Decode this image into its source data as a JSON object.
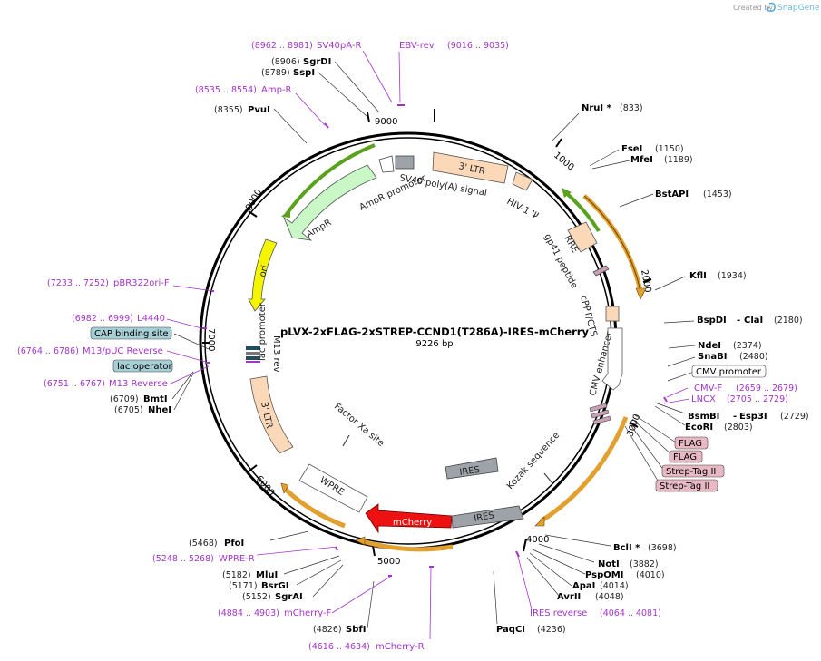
{
  "header": {
    "created_by": "Created by",
    "brand": "SnapGene"
  },
  "plasmid": {
    "name": "pLVX-2xFLAG-2xSTREP-CCND1(T286A)-IRES-mCherry",
    "length": "9226 bp"
  },
  "ticks": [
    "1000",
    "2000",
    "3000",
    "4000",
    "5000",
    "6000",
    "7000",
    "8000",
    "9000"
  ],
  "enzymes": [
    {
      "name": "NruI *",
      "pos": "(833)"
    },
    {
      "name": "FseI",
      "pos": "(1150)"
    },
    {
      "name": "MfeI",
      "pos": "(1189)"
    },
    {
      "name": "BstAPI",
      "pos": "(1453)"
    },
    {
      "name": "KflI",
      "pos": "(1934)"
    },
    {
      "name": "BspDI",
      "name2": "ClaI",
      "pos": "(2180)"
    },
    {
      "name": "NdeI",
      "pos": "(2374)"
    },
    {
      "name": "SnaBI",
      "pos": "(2480)"
    },
    {
      "name": "BsmBI",
      "name2": "Esp3I",
      "pos": "(2729)"
    },
    {
      "name": "EcoRI",
      "pos": "(2803)"
    },
    {
      "name": "BclI *",
      "pos": "(3698)"
    },
    {
      "name": "NotI",
      "pos": "(3882)"
    },
    {
      "name": "PspOMI",
      "pos": "(4010)"
    },
    {
      "name": "ApaI",
      "pos": "(4014)"
    },
    {
      "name": "AvrII",
      "pos": "(4048)"
    },
    {
      "name": "PaqCI",
      "pos": "(4236)"
    },
    {
      "name": "SbfI",
      "pos": "(4826)"
    },
    {
      "name": "SgrAI",
      "pos": "(5152)"
    },
    {
      "name": "BsrGI",
      "pos": "(5171)"
    },
    {
      "name": "MluI",
      "pos": "(5182)"
    },
    {
      "name": "PfoI",
      "pos": "(5468)"
    },
    {
      "name": "NheI",
      "pos": "(6705)"
    },
    {
      "name": "BmtI",
      "pos": "(6709)"
    },
    {
      "name": "PvuI",
      "pos": "(8355)"
    },
    {
      "name": "SspI",
      "pos": "(8789)"
    },
    {
      "name": "SgrDI",
      "pos": "(8906)"
    }
  ],
  "primers": [
    {
      "name": "SV40pA-R",
      "pos": "(8962 .. 8981)"
    },
    {
      "name": "EBV-rev",
      "pos": "(9016 .. 9035)"
    },
    {
      "name": "Amp-R",
      "pos": "(8535 .. 8554)"
    },
    {
      "name": "pBR322ori-F",
      "pos": "(7233 .. 7252)"
    },
    {
      "name": "L4440",
      "pos": "(6982 .. 6999)"
    },
    {
      "name": "M13/pUC Reverse",
      "pos": "(6764 .. 6786)"
    },
    {
      "name": "M13 Reverse",
      "pos": "(6751 .. 6767)"
    },
    {
      "name": "CMV-F",
      "pos": "(2659 .. 2679)"
    },
    {
      "name": "LNCX",
      "pos": "(2705 .. 2729)"
    },
    {
      "name": "IRES reverse",
      "pos": "(4064 .. 4081)"
    },
    {
      "name": "WPRE-R",
      "pos": "(5248 .. 5268)"
    },
    {
      "name": "mCherry-F",
      "pos": "(4884 .. 4903)"
    },
    {
      "name": "mCherry-R",
      "pos": "(4616 .. 4634)"
    }
  ],
  "boxed_labels": {
    "cap_binding_site": "CAP binding site",
    "lac_operator": "lac operator",
    "cmv_promoter": "CMV promoter",
    "flag1": "FLAG",
    "flag2": "FLAG",
    "strep1": "Strep-Tag II",
    "strep2": "Strep-Tag II"
  },
  "features": {
    "ltr3_top": "3' LTR",
    "sv40": "SV40 poly(A) signal",
    "hiv": "HIV-1 Ψ",
    "rre": "RRE",
    "gp41": "gp41 peptide",
    "cppt": "cPPT/CTS",
    "cmv_enh": "CMV enhancer",
    "ampr_prom": "AmpR promoter",
    "ampr": "AmpR",
    "ori": "ori",
    "lac_prom": "lac promoter",
    "m13rev": "M13 rev",
    "ltr3_left": "3' LTR",
    "factorxa": "Factor Xa site",
    "ires1": "IRES",
    "ires2": "IRES",
    "kozak": "Kozak sequence",
    "mcherry": "mCherry",
    "wpre": "WPRE"
  },
  "colors": {
    "primer": "#a235c8",
    "ltr": "#fbd9b8",
    "ampr": "#c9f7c6",
    "ori": "#f5f500",
    "mcherry": "#ee1111",
    "ires": "#9ea3a9",
    "orange_arrow": "#e2a030",
    "green_arrow": "#5aa11e",
    "boxed_blue": "#a6cfd6",
    "boxed_pink": "#e8b8c4"
  }
}
